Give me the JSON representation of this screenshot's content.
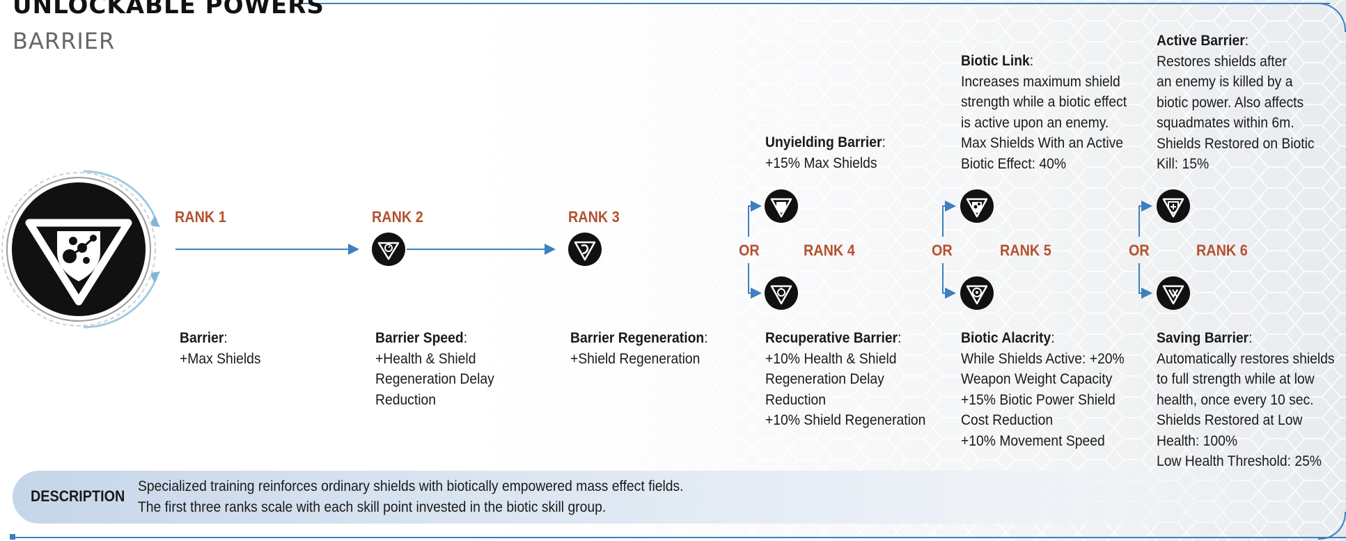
{
  "header": {
    "title": "UNLOCKABLE POWERS",
    "power_name": "BARRIER"
  },
  "ranks": [
    {
      "label": "RANK 1"
    },
    {
      "label": "RANK 2"
    },
    {
      "label": "RANK 3"
    },
    {
      "label": "RANK 4"
    },
    {
      "label": "RANK 5"
    },
    {
      "label": "RANK 6"
    }
  ],
  "or_label": "OR",
  "abilities": {
    "rank1": {
      "name": "Barrier",
      "lines": [
        "+Max Shields"
      ]
    },
    "rank2": {
      "name": "Barrier Speed",
      "lines": [
        "+Health & Shield",
        "Regeneration Delay",
        "Reduction"
      ]
    },
    "rank3": {
      "name": "Barrier Regeneration",
      "lines": [
        "+Shield Regeneration"
      ]
    },
    "rank4a": {
      "name": "Unyielding Barrier",
      "lines": [
        "+15% Max Shields"
      ]
    },
    "rank4b": {
      "name": "Recuperative Barrier",
      "lines": [
        "+10% Health & Shield",
        "Regeneration Delay",
        "Reduction",
        "+10% Shield Regeneration"
      ]
    },
    "rank5a": {
      "name": "Biotic Link",
      "lines": [
        "Increases maximum shield",
        "strength while a biotic effect",
        "is active upon an enemy.",
        "Max Shields With an Active",
        "Biotic Effect: 40%"
      ]
    },
    "rank5b": {
      "name": "Biotic Alacrity",
      "lines": [
        "While Shields Active: +20%",
        "Weapon Weight Capacity",
        "+15% Biotic Power Shield",
        "Cost Reduction",
        "+10% Movement Speed"
      ]
    },
    "rank6a": {
      "name": "Active Barrier",
      "lines": [
        "Restores shields after",
        "an enemy is killed by a",
        "biotic power. Also affects",
        "squadmates within 6m.",
        "Shields Restored on Biotic",
        "Kill: 15%"
      ]
    },
    "rank6b": {
      "name": "Saving Barrier",
      "lines": [
        "Automatically restores shields",
        "to full strength while at low",
        "health, once every 10 sec.",
        "Shields Restored at Low",
        "Health: 100%",
        "Low Health Threshold: 25%"
      ]
    }
  },
  "description": {
    "label": "DESCRIPTION",
    "lines": [
      "Specialized training reinforces ordinary shields with biotically empowered mass effect fields.",
      "The first three ranks scale with each skill point invested in the biotic skill group."
    ]
  },
  "icons": {
    "main": "barrier-emblem-icon",
    "rank2": "barrier-speed-icon",
    "rank3": "barrier-regeneration-icon",
    "rank4a": "unyielding-barrier-icon",
    "rank4b": "recuperative-barrier-icon",
    "rank5a": "biotic-link-icon",
    "rank5b": "biotic-alacrity-icon",
    "rank6a": "active-barrier-icon",
    "rank6b": "saving-barrier-icon"
  },
  "colors": {
    "accent_blue": "#3d7fbf",
    "rank_orange": "#b5502e",
    "icon_black": "#111111"
  }
}
